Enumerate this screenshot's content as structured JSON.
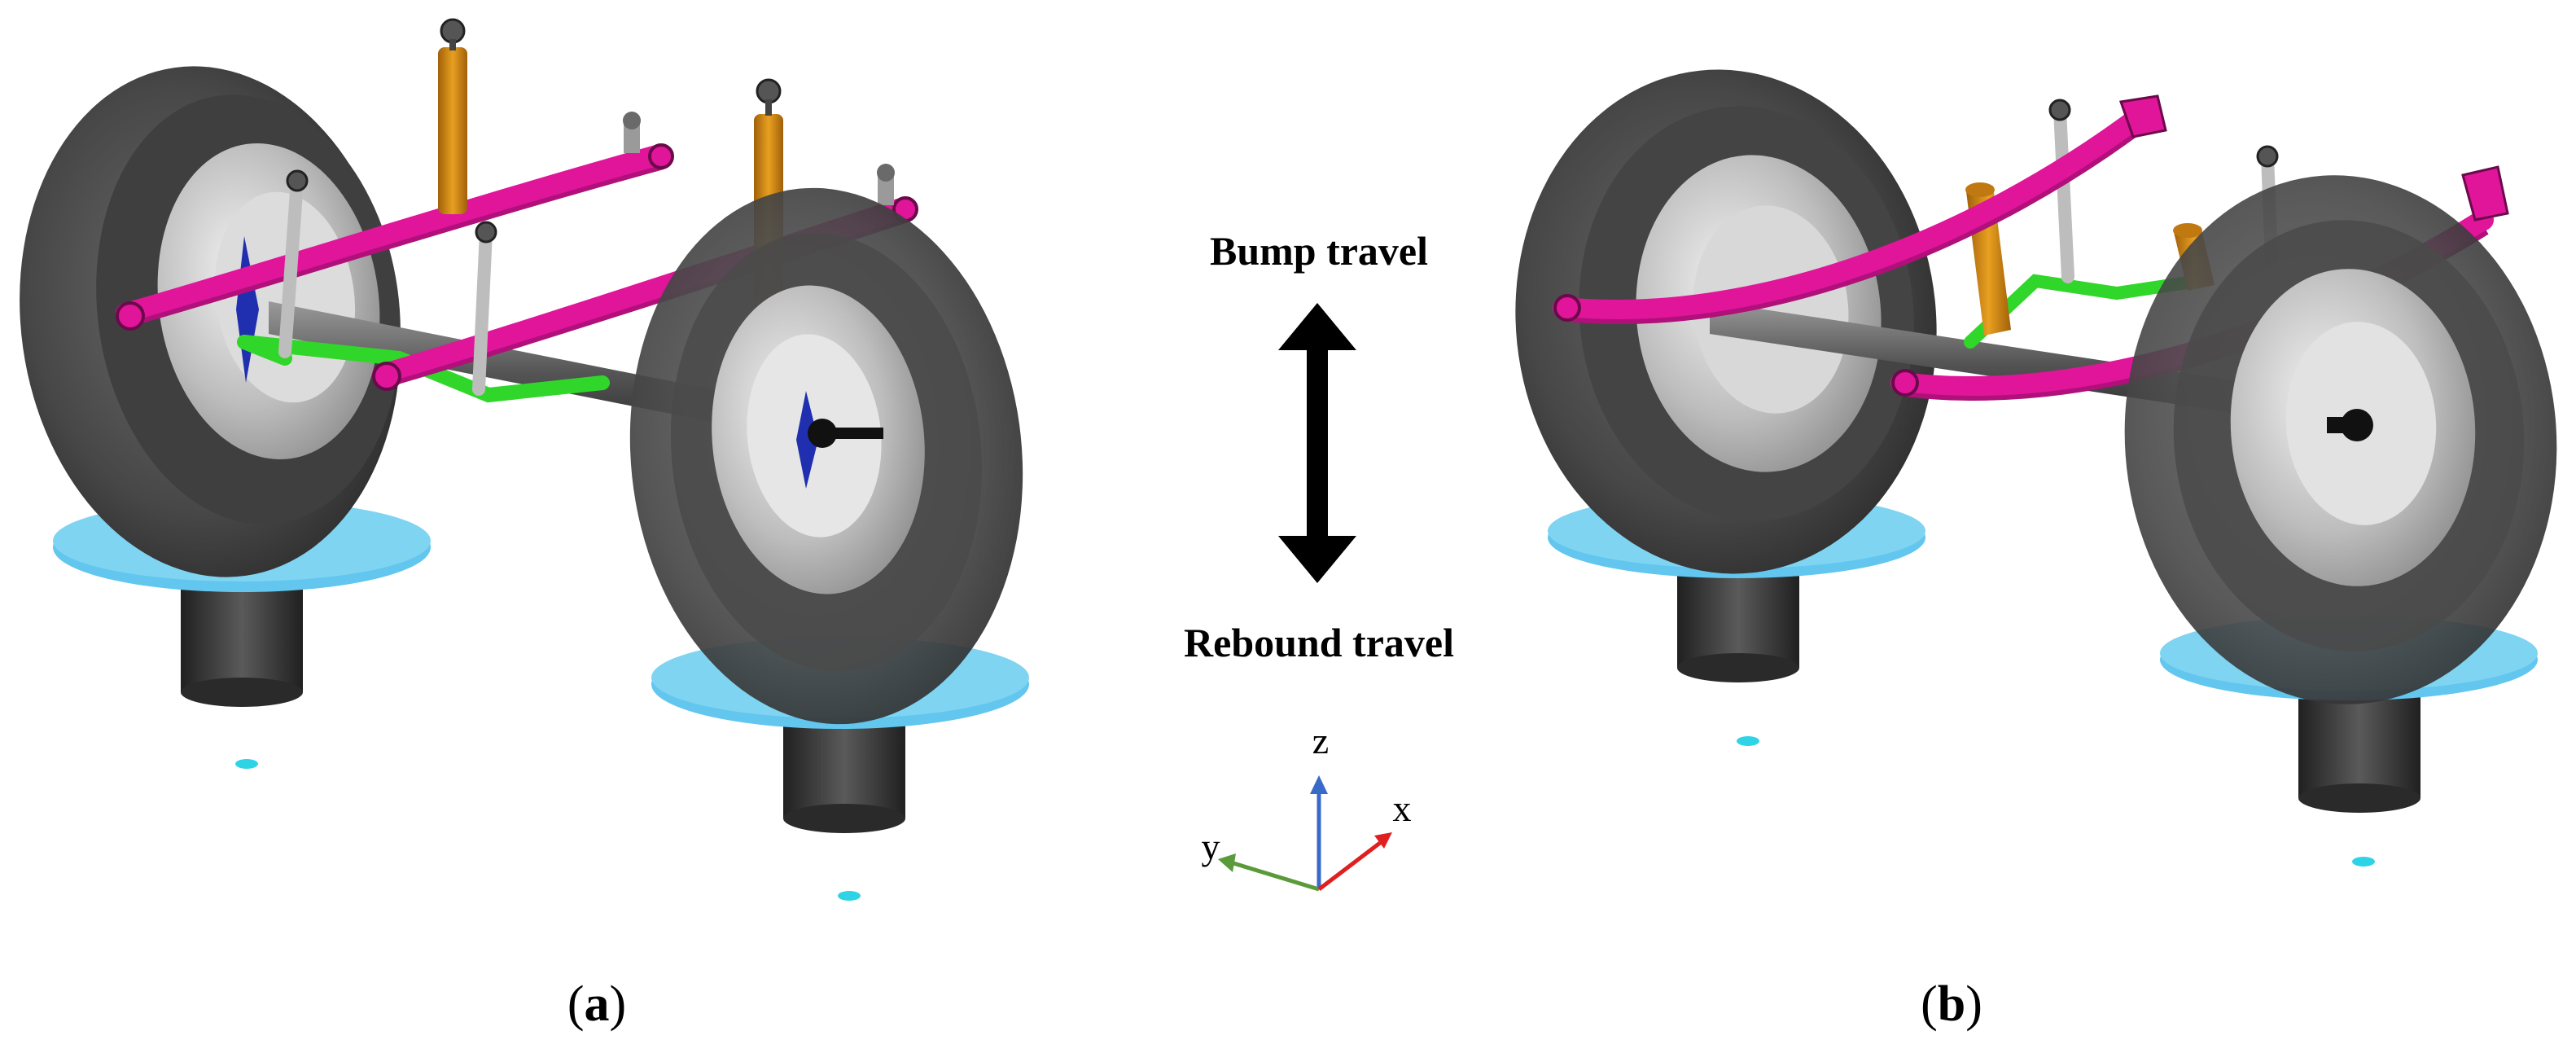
{
  "panels": [
    {
      "letter": "a",
      "label_open": "(",
      "label_close": ")"
    },
    {
      "letter": "b",
      "label_open": "(",
      "label_close": ")"
    }
  ],
  "travel": {
    "bump": "Bump travel",
    "rebound": "Rebound travel"
  },
  "axes": {
    "x": "x",
    "y": "y",
    "z": "z"
  },
  "colors": {
    "tire": "#4a4a4a",
    "rim": "#c9c9c9",
    "leaf_spring": "#e0159a",
    "shock_absorber": "#d98a12",
    "link": "#31d62a",
    "platform": "#62c6ee",
    "actuator": "#3a3a3a",
    "marker": "#2fd3e6",
    "axis_x": "#e02020",
    "axis_y": "#5a9a3a",
    "axis_z": "#3a6ac8"
  }
}
